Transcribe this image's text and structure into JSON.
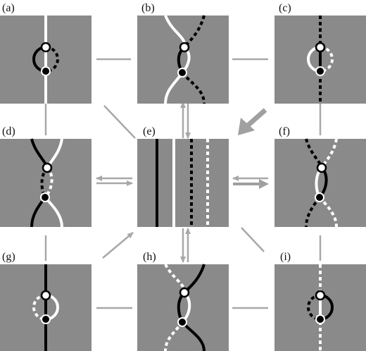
{
  "colors": {
    "panel": "#8a8a8a",
    "black": "#000000",
    "white": "#ffffff",
    "connector": "#a8a8a8"
  },
  "panels": [
    {
      "id": "a",
      "label": "(a)"
    },
    {
      "id": "b",
      "label": "(b)"
    },
    {
      "id": "c",
      "label": "(c)"
    },
    {
      "id": "d",
      "label": "(d)"
    },
    {
      "id": "e",
      "label": "(e)"
    },
    {
      "id": "f",
      "label": "(f)"
    },
    {
      "id": "g",
      "label": "(g)"
    },
    {
      "id": "h",
      "label": "(h)"
    },
    {
      "id": "i",
      "label": "(i)"
    }
  ]
}
